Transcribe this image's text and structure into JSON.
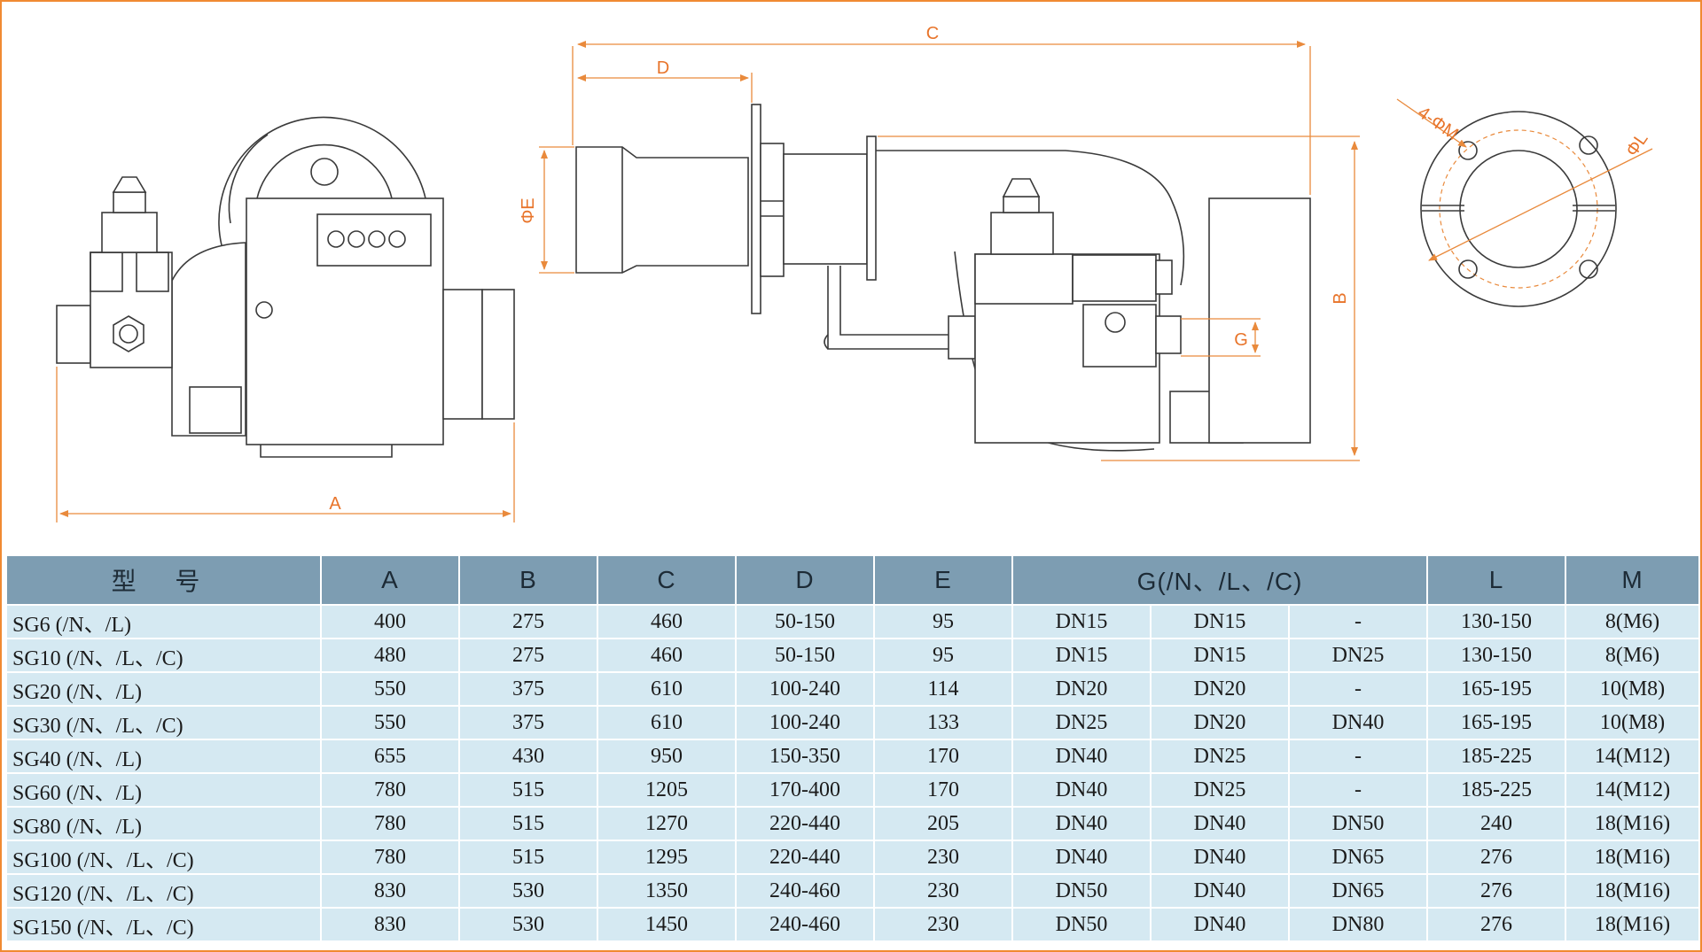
{
  "diagram": {
    "dimension_labels": {
      "a": "A",
      "b": "B",
      "c": "C",
      "d": "D",
      "e": "ΦE",
      "g": "G",
      "l": "ΦL",
      "m": "4-ΦM"
    }
  },
  "table": {
    "headers": [
      "型  号",
      "A",
      "B",
      "C",
      "D",
      "E",
      "G(/N、/L、/C)",
      "L",
      "M"
    ],
    "rows": [
      {
        "model": "SG6 (/N、/L)",
        "a": "400",
        "b": "275",
        "c": "460",
        "d": "50-150",
        "e": "95",
        "g1": "DN15",
        "g2": "DN15",
        "g3": "-",
        "l": "130-150",
        "m": "8(M6)"
      },
      {
        "model": "SG10 (/N、/L、/C)",
        "a": "480",
        "b": "275",
        "c": "460",
        "d": "50-150",
        "e": "95",
        "g1": "DN15",
        "g2": "DN15",
        "g3": "DN25",
        "l": "130-150",
        "m": "8(M6)"
      },
      {
        "model": "SG20 (/N、/L)",
        "a": "550",
        "b": "375",
        "c": "610",
        "d": "100-240",
        "e": "114",
        "g1": "DN20",
        "g2": "DN20",
        "g3": "-",
        "l": "165-195",
        "m": "10(M8)"
      },
      {
        "model": "SG30 (/N、/L、/C)",
        "a": "550",
        "b": "375",
        "c": "610",
        "d": "100-240",
        "e": "133",
        "g1": "DN25",
        "g2": "DN20",
        "g3": "DN40",
        "l": "165-195",
        "m": "10(M8)"
      },
      {
        "model": "SG40 (/N、/L)",
        "a": "655",
        "b": "430",
        "c": "950",
        "d": "150-350",
        "e": "170",
        "g1": "DN40",
        "g2": "DN25",
        "g3": "-",
        "l": "185-225",
        "m": "14(M12)"
      },
      {
        "model": "SG60 (/N、/L)",
        "a": "780",
        "b": "515",
        "c": "1205",
        "d": "170-400",
        "e": "170",
        "g1": "DN40",
        "g2": "DN25",
        "g3": "-",
        "l": "185-225",
        "m": "14(M12)"
      },
      {
        "model": "SG80 (/N、/L)",
        "a": "780",
        "b": "515",
        "c": "1270",
        "d": "220-440",
        "e": "205",
        "g1": "DN40",
        "g2": "DN40",
        "g3": "DN50",
        "l": "240",
        "m": "18(M16)"
      },
      {
        "model": "SG100 (/N、/L、/C)",
        "a": "780",
        "b": "515",
        "c": "1295",
        "d": "220-440",
        "e": "230",
        "g1": "DN40",
        "g2": "DN40",
        "g3": "DN65",
        "l": "276",
        "m": "18(M16)"
      },
      {
        "model": "SG120 (/N、/L、/C)",
        "a": "830",
        "b": "530",
        "c": "1350",
        "d": "240-460",
        "e": "230",
        "g1": "DN50",
        "g2": "DN40",
        "g3": "DN65",
        "l": "276",
        "m": "18(M16)"
      },
      {
        "model": "SG150 (/N、/L、/C)",
        "a": "830",
        "b": "530",
        "c": "1450",
        "d": "240-460",
        "e": "230",
        "g1": "DN50",
        "g2": "DN40",
        "g3": "DN80",
        "l": "276",
        "m": "18(M16)"
      }
    ]
  }
}
